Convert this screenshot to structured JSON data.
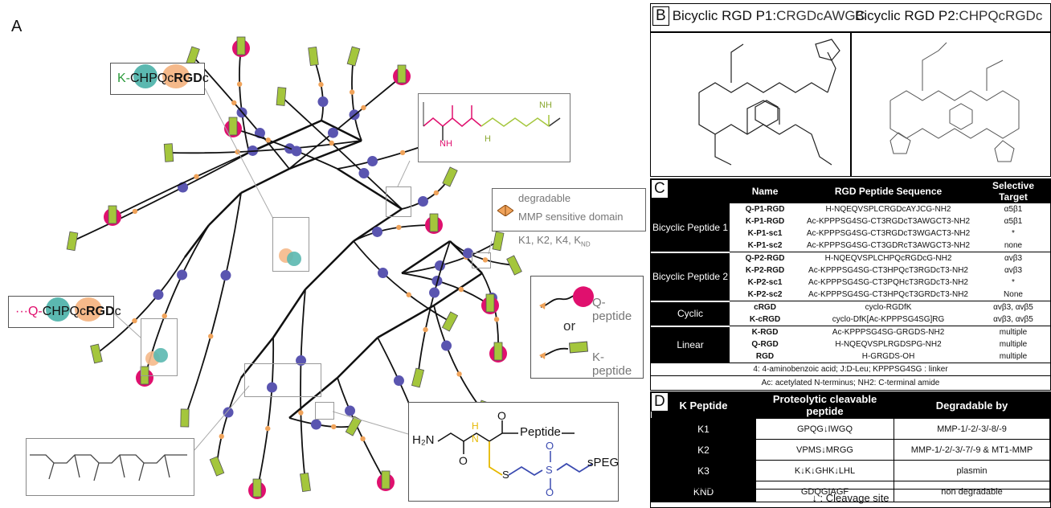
{
  "panel_a": {
    "letter": "A",
    "label_k_peptide_seq": {
      "prefix": "K-",
      "mid": "CHPQc",
      "bold": "RGD",
      "suffix": "c"
    },
    "label_q_peptide_seq": {
      "prefix": "···Q-",
      "mid": "CHPQc",
      "bold": "RGD",
      "suffix": "c"
    },
    "legend": {
      "degradable": "degradable",
      "mmp": "MMP sensitive domain",
      "k_list": "K1, K2, K4, K",
      "k_list_sub": "ND"
    },
    "legend2": {
      "q": "Q-peptide",
      "or": "or",
      "k": "K-peptide"
    },
    "chem_insert": {
      "nh_top": "NH",
      "nh_bottom": "NH",
      "h": "H"
    },
    "chem_bottom": {
      "h2n": "H₂N",
      "h": "H",
      "n": "N",
      "o": "O",
      "peptide": "Peptide",
      "s1": "S",
      "s2": "S",
      "o1": "O",
      "o2": "O",
      "speg": "sPEG"
    },
    "colors": {
      "magenta": "#e0106e",
      "blue": "#5a55b0",
      "orange": "#f0a35a",
      "green": "#a4c63c",
      "teal": "#5bb8b0",
      "peach": "#f5b98a"
    }
  },
  "panel_b": {
    "letter": "B",
    "p1": {
      "label": "Bicyclic RGD P1:",
      "seq": "CRGDcAWGC"
    },
    "p2": {
      "label": "Bicyclic RGD P2:",
      "seq": "CHPQcRGDc"
    }
  },
  "panel_c": {
    "letter": "C",
    "headers": {
      "name": "Name",
      "seq": "RGD Peptide Sequence",
      "target": "Selective Target"
    },
    "groups": [
      {
        "label": "Bicyclic Peptide 1",
        "rows": [
          {
            "name": "Q-P1-RGD",
            "seq": "H-NQEQVSPLCRGDcAYJCG-NH2",
            "target": "α5β1"
          },
          {
            "name": "K-P1-RGD",
            "seq": "Ac-KPPPSG4SG-CT3RGDcT3AWGCT3-NH2",
            "target": "α5β1"
          },
          {
            "name": "K-P1-sc1",
            "seq": "Ac-KPPPSG4SG-CT3RGDcT3WGACT3-NH2",
            "target": "*"
          },
          {
            "name": "K-P1-sc2",
            "seq": "Ac-KPPPSG4SG-CT3GDRcT3AWGCT3-NH2",
            "target": "none"
          }
        ]
      },
      {
        "label": "Bicyclic Peptide 2",
        "rows": [
          {
            "name": "Q-P2-RGD",
            "seq": "H-NQEQVSPLCHPQcRGDcG-NH2",
            "target": "αvβ3"
          },
          {
            "name": "K-P2-RGD",
            "seq": "Ac-KPPPSG4SG-CT3HPQcT3RGDcT3-NH2",
            "target": "αvβ3"
          },
          {
            "name": "K-P2-sc1",
            "seq": "Ac-KPPPSG4SG-CT3PQHcT3RGDcT3-NH2",
            "target": "*"
          },
          {
            "name": "K-P2-sc2",
            "seq": "Ac-KPPPSG4SG-CT3HPQcT3GRDcT3-NH2",
            "target": "None"
          }
        ]
      },
      {
        "label": "Cyclic",
        "rows": [
          {
            "name": "cRGD",
            "seq": "cyclo-RGDfK",
            "target": "αvβ3, αvβ5"
          },
          {
            "name": "K-cRGD",
            "seq": "cyclo-DfK[Ac-KPPPSG4SG]RG",
            "target": "αvβ3, αvβ5"
          }
        ]
      },
      {
        "label": "Linear",
        "rows": [
          {
            "name": "K-RGD",
            "seq": "Ac-KPPPSG4SG-GRGDS-NH2",
            "target": "multiple"
          },
          {
            "name": "Q-RGD",
            "seq": "H-NQEQVSPLRGDSPG-NH2",
            "target": "multiple"
          },
          {
            "name": "RGD",
            "seq": "H-GRGDS-OH",
            "target": "multiple"
          }
        ]
      }
    ],
    "footnote1": "4: 4-aminobenzoic acid; J:D-Leu; KPPPSG4SG : linker",
    "footnote2": "Ac: acetylated N-terminus; NH2: C-terminal amide"
  },
  "panel_d": {
    "letter": "D",
    "headers": {
      "name": "K Peptide",
      "seq": "Proteolytic cleavable peptide",
      "deg": "Degradable by"
    },
    "rows": [
      {
        "name": "K1",
        "seq": "GPQG↓IWGQ",
        "deg": "MMP-1/-2/-3/-8/-9"
      },
      {
        "name": "K2",
        "seq": "VPMS↓MRGG",
        "deg": "MMP-1/-2/-3/-7/-9 & MT1-MMP"
      },
      {
        "name": "K3",
        "seq": "K↓K↓GHK↓LHL",
        "deg": "plasmin"
      },
      {
        "name": "KND",
        "seq": "GDQGIAGF",
        "deg": "non degradable"
      }
    ],
    "footnote": "↓ : Cleavage site"
  }
}
